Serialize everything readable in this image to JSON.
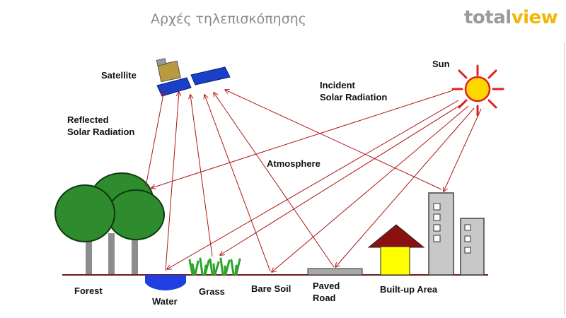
{
  "header": {
    "title": "Αρχές τηλεπισκόπησης",
    "logo": {
      "part1": "total",
      "part2": "view"
    }
  },
  "diagram": {
    "labels": {
      "satellite": "Satellite",
      "sun": "Sun",
      "incident_line1": "Incident",
      "incident_line2": "Solar Radiation",
      "reflected_line1": "Reflected",
      "reflected_line2": "Solar Radiation",
      "atmosphere": "Atmosphere",
      "forest": "Forest",
      "water": "Water",
      "grass": "Grass",
      "bare_soil": "Bare Soil",
      "paved_line1": "Paved",
      "paved_line2": "Road",
      "builtup": "Built-up Area"
    },
    "colors": {
      "ray": "#b01515",
      "foliage": "#2e8b2e",
      "trunk": "#8c8c8c",
      "water": "#1f3fe0",
      "grass": "#2aa52a",
      "house_roof": "#8b1010",
      "house_wall": "#ffff00",
      "building": "#c8c8c8",
      "sun": "#ffd700",
      "sun_rays": "#e02020",
      "satellite_panel": "#1a3fc8",
      "ground": "#6b1a1a"
    }
  }
}
